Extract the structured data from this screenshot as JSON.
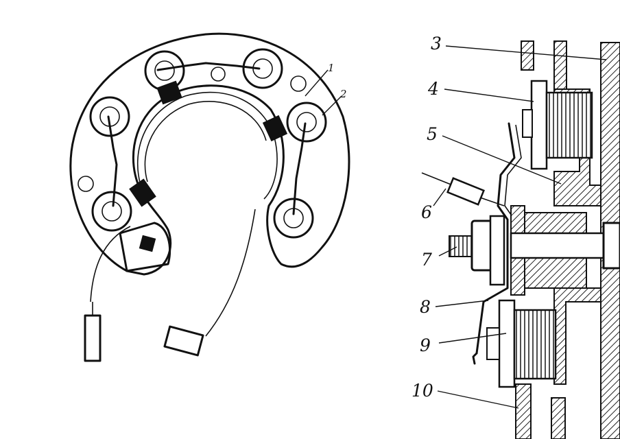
{
  "figure": {
    "callouts_left": [
      {
        "id": "c1",
        "label": "1"
      },
      {
        "id": "c2",
        "label": "2"
      }
    ],
    "callouts_right": [
      {
        "id": "c3",
        "label": "3"
      },
      {
        "id": "c4",
        "label": "4"
      },
      {
        "id": "c5",
        "label": "5"
      },
      {
        "id": "c6",
        "label": "6"
      },
      {
        "id": "c7",
        "label": "7"
      },
      {
        "id": "c8",
        "label": "8"
      },
      {
        "id": "c9",
        "label": "9"
      },
      {
        "id": "c10",
        "label": "10"
      }
    ]
  },
  "colors": {
    "ink": "#111111",
    "paper": "#ffffff",
    "hatch": "#222222"
  }
}
